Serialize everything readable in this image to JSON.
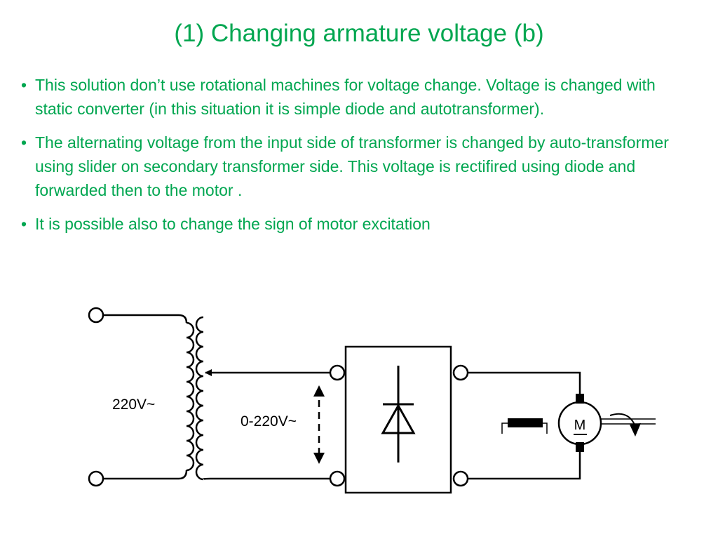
{
  "colors": {
    "text_accent": "#00a650",
    "line": "#000000",
    "background": "#ffffff"
  },
  "slide": {
    "title": "(1) Changing  armature voltage (b)",
    "bullets": [
      {
        "marker": "•",
        "text": "This solution don’t use rotational machines for voltage change. Voltage is changed  with  static converter (in this situation it is simple diode and autotransformer)."
      },
      {
        "marker": "•",
        "text": " The alternating voltage from the input side of transformer  is changed by auto-transformer using slider on secondary  transformer side. This voltage is rectifired using diode and forwarded then to the motor ."
      },
      {
        "marker": "•",
        "text": "It is possible also to change the sign of motor excitation"
      }
    ]
  },
  "diagram": {
    "input_voltage_label": "220V~",
    "output_voltage_label": "0-220V~",
    "motor_label": "M",
    "icons": [
      "input-terminal-icon",
      "autotransformer-coil-icon",
      "slider-arrow-icon",
      "diode-icon",
      "excitation-winding-icon",
      "motor-icon",
      "rotation-arrow-icon"
    ]
  }
}
